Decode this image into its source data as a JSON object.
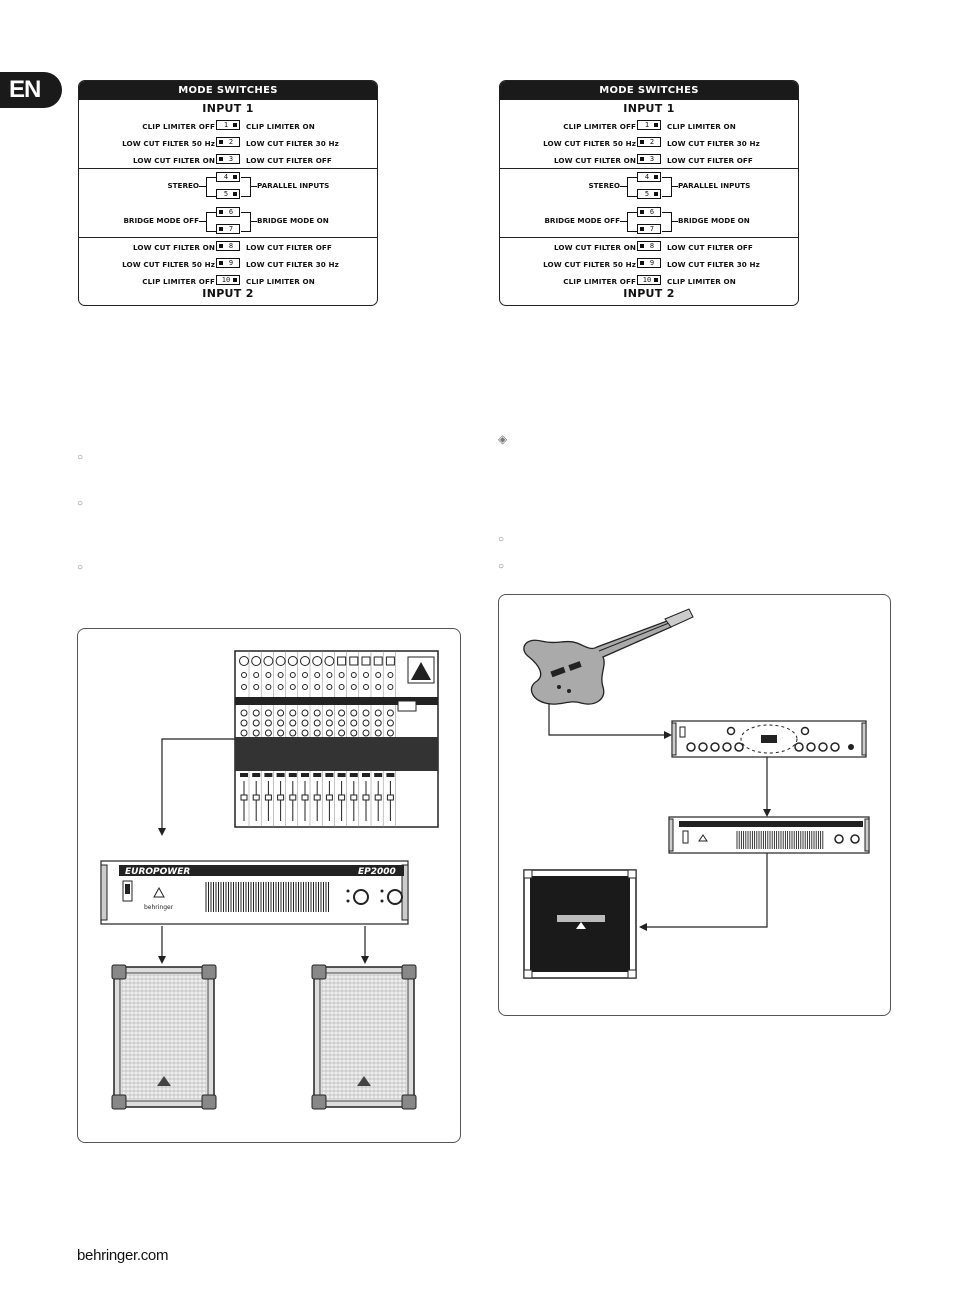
{
  "lang_tab": "EN",
  "mode_switches_left": {
    "title": "MODE SWITCHES",
    "input1": "INPUT 1",
    "input2": "INPUT 2",
    "rows": [
      {
        "left": "CLIP LIMITER OFF",
        "num": "1",
        "right": "CLIP LIMITER ON"
      },
      {
        "left": "LOW CUT FILTER 50 Hz",
        "num": "2",
        "right": "LOW CUT FILTER 30 Hz"
      },
      {
        "left": "LOW CUT FILTER ON",
        "num": "3",
        "right": "LOW CUT FILTER OFF"
      },
      {
        "left": "",
        "num": "4",
        "right": ""
      },
      {
        "left": "",
        "num": "5",
        "right": ""
      },
      {
        "left": "",
        "num": "6",
        "right": ""
      },
      {
        "left": "",
        "num": "7",
        "right": ""
      },
      {
        "left": "LOW CUT FILTER ON",
        "num": "8",
        "right": "LOW CUT FILTER OFF"
      },
      {
        "left": "LOW CUT FILTER 50 Hz",
        "num": "9",
        "right": "LOW CUT FILTER 30 Hz"
      },
      {
        "left": "CLIP LIMITER OFF",
        "num": "10",
        "right": "CLIP LIMITER ON"
      }
    ],
    "stereo": "STEREO",
    "parallel": "PARALLEL INPUTS",
    "bridge_off": "BRIDGE MODE OFF",
    "bridge_on": "BRIDGE MODE ON"
  },
  "mode_switches_right": {
    "title": "MODE SWITCHES",
    "input1": "INPUT 1",
    "input2": "INPUT 2",
    "rows": [
      {
        "left": "CLIP LIMITER OFF",
        "num": "1",
        "right": "CLIP LIMITER ON"
      },
      {
        "left": "LOW CUT FILTER 50 Hz",
        "num": "2",
        "right": "LOW CUT FILTER 30 Hz"
      },
      {
        "left": "LOW CUT FILTER ON",
        "num": "3",
        "right": "LOW CUT FILTER OFF"
      },
      {
        "left": "",
        "num": "4",
        "right": ""
      },
      {
        "left": "",
        "num": "5",
        "right": ""
      },
      {
        "left": "",
        "num": "6",
        "right": ""
      },
      {
        "left": "",
        "num": "7",
        "right": ""
      },
      {
        "left": "LOW CUT FILTER ON",
        "num": "8",
        "right": "LOW CUT FILTER OFF"
      },
      {
        "left": "LOW CUT FILTER 50 Hz",
        "num": "9",
        "right": "LOW CUT FILTER 30 Hz"
      },
      {
        "left": "CLIP LIMITER OFF",
        "num": "10",
        "right": "CLIP LIMITER ON"
      }
    ],
    "stereo": "STEREO",
    "parallel": "PARALLEL INPUTS",
    "bridge_off": "BRIDGE MODE OFF",
    "bridge_on": "BRIDGE MODE ON"
  },
  "diagram_left": {
    "amp_brand": "EUROPOWER",
    "amp_model": "EP2000",
    "amp_logo": "behringer"
  },
  "footer": "behringer.com"
}
